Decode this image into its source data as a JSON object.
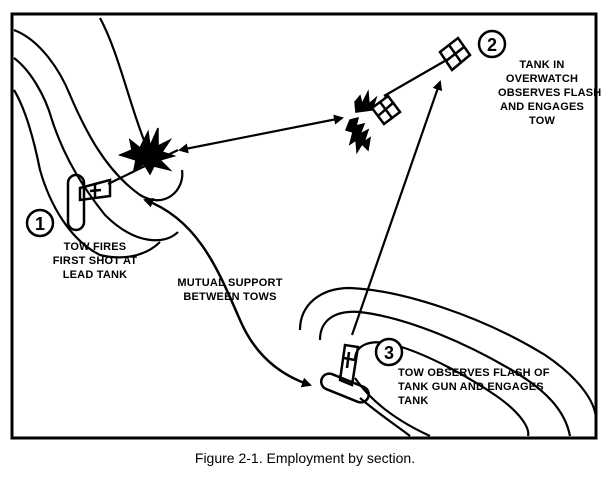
{
  "markers": {
    "m1": "1",
    "m2": "2",
    "m3": "3"
  },
  "labels": {
    "tank_line1": "TANK IN",
    "tank_line2": "OVERWATCH",
    "tank_line3": "OBSERVES FLASH",
    "tank_line4": "AND ENGAGES",
    "tank_line5": "TOW",
    "tow1_line1": "TOW FIRES",
    "tow1_line2": "FIRST SHOT AT",
    "tow1_line3": "LEAD TANK",
    "mutual_line1": "MUTUAL SUPPORT",
    "mutual_line2": "BETWEEN TOWS",
    "tow3_line1": "TOW OBSERVES FLASH OF",
    "tow3_line2": "TANK GUN AND ENGAGES",
    "tow3_line3": "TANK"
  },
  "caption": "Figure 2-1.  Employment by section."
}
